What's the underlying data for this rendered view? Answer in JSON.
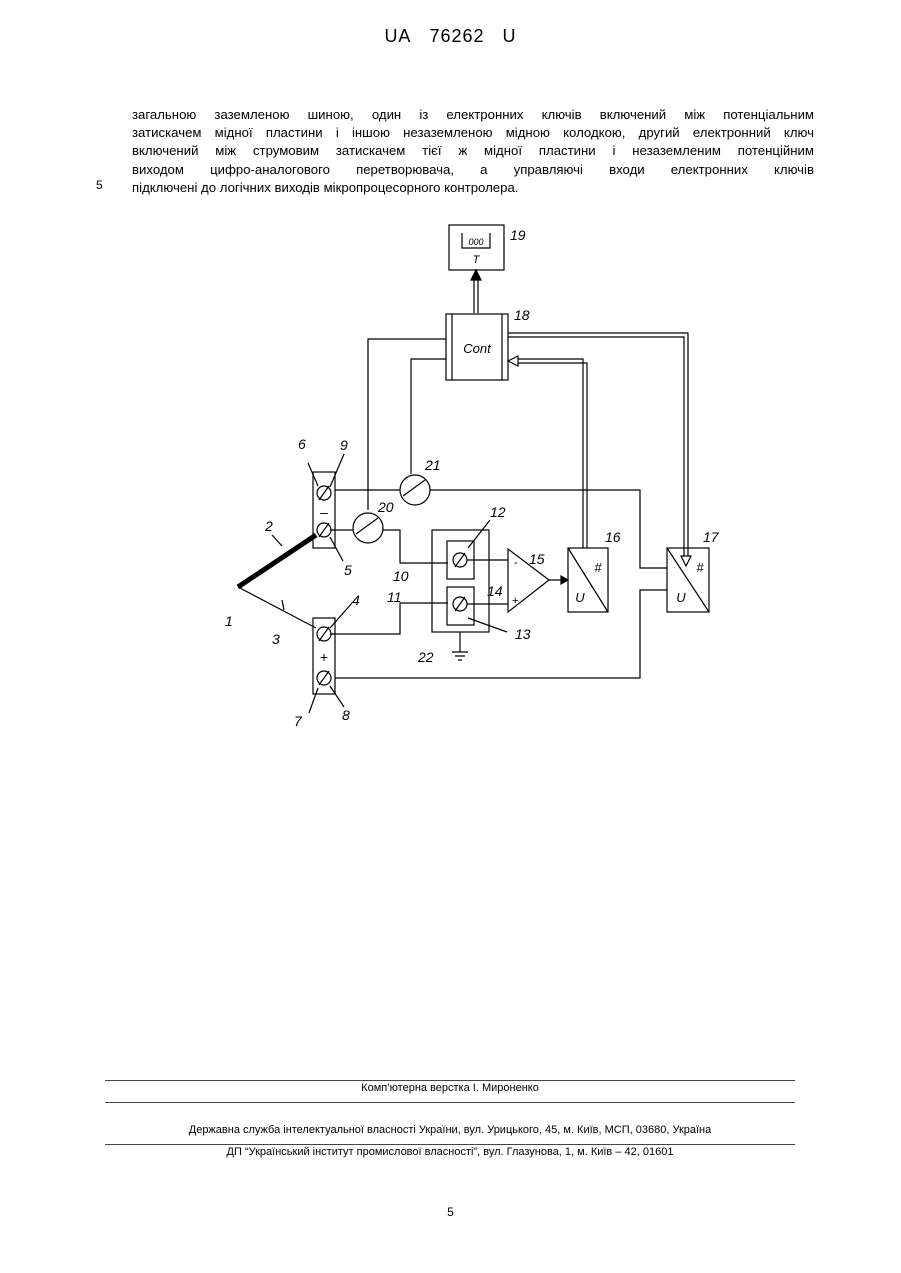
{
  "header": {
    "country": "UA",
    "number": "76262",
    "kind": "U"
  },
  "body": {
    "lines": [
      "загальною заземленою шиною, один із електронних ключів включений між потенціальним",
      "затискачем мідної пластини і іншою незаземленою мідною колодкою, другий електронний ключ",
      "включений між струмовим затискачем тієї ж мідної пластини і незаземленим потенційним",
      "виходом цифро-аналогового перетворювача, а управляючі входи електронних ключів",
      "підключені до логічних виходів мікропроцесорного контролера."
    ],
    "line_number": "5"
  },
  "figure": {
    "display_text": "000",
    "display_symbol": "T",
    "controller_label": "Cont",
    "minus_sign": "–",
    "plus_sign": "+",
    "converter_hash": "#",
    "converter_u": "U",
    "amp_minus": "-",
    "amp_plus": "+",
    "labels": {
      "n1": "1",
      "n2": "2",
      "n3": "3",
      "n4": "4",
      "n5": "5",
      "n6": "6",
      "n7": "7",
      "n8": "8",
      "n9": "9",
      "n10": "10",
      "n11": "11",
      "n12": "12",
      "n13": "13",
      "n14": "14",
      "n15": "15",
      "n16": "16",
      "n17": "17",
      "n18": "18",
      "n19": "19",
      "n20": "20",
      "n21": "21",
      "n22": "22"
    }
  },
  "footer": {
    "layout_credit": "Комп’ютерна верстка І. Мироненко",
    "office": "Державна служба інтелектуальної власності України, вул. Урицького, 45, м. Київ, МСП, 03680, Україна",
    "institute": "ДП “Український інститут промислової власності”, вул. Глазунова, 1, м. Київ – 42, 01601"
  },
  "page_number": "5"
}
